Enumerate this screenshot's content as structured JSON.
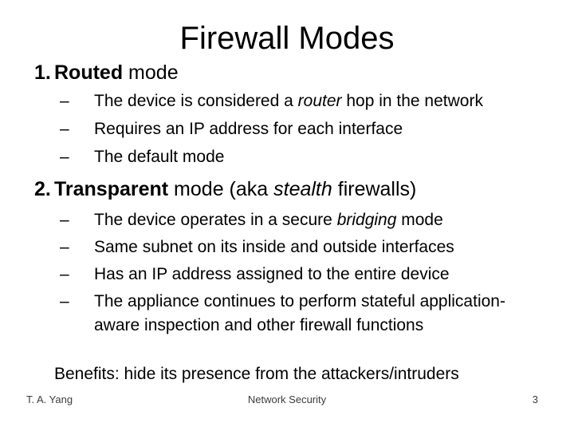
{
  "slide": {
    "title": "Firewall Modes",
    "bullet_char": "–",
    "sections": [
      {
        "number": "1.",
        "heading": {
          "bold": "Routed",
          "mid": " mode",
          "em": "",
          "post": ""
        },
        "bullets": [
          {
            "pre": "The device is considered a ",
            "em": "router",
            "post": " hop in the network"
          },
          {
            "pre": "Requires an IP address for each interface",
            "em": "",
            "post": ""
          },
          {
            "pre": "The default mode",
            "em": "",
            "post": ""
          }
        ]
      },
      {
        "number": "2.",
        "heading": {
          "bold": "Transparent",
          "mid": " mode (aka ",
          "em": "stealth",
          "post": " firewalls)"
        },
        "bullets": [
          {
            "pre": "The device operates in a secure ",
            "em": "bridging",
            "post": " mode"
          },
          {
            "pre": "Same subnet on its inside and outside interfaces",
            "em": "",
            "post": ""
          },
          {
            "pre": "Has an IP address assigned to the entire device",
            "em": "",
            "post": ""
          },
          {
            "pre": "The appliance continues to perform stateful application-aware inspection and other firewall functions",
            "em": "",
            "post": ""
          }
        ]
      }
    ],
    "benefits": "Benefits: hide its presence from the attackers/intruders",
    "footer": {
      "author": "T. A. Yang",
      "course": "Network Security",
      "page": "3"
    }
  }
}
